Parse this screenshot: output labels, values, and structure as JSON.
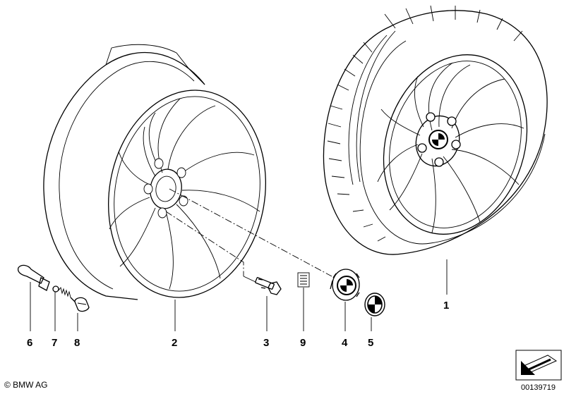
{
  "parts": [
    {
      "number": "1",
      "name": "tire-wheel-assembly"
    },
    {
      "number": "2",
      "name": "light-alloy-rim"
    },
    {
      "number": "3",
      "name": "wheel-bolt"
    },
    {
      "number": "4",
      "name": "hub-cap"
    },
    {
      "number": "5",
      "name": "emblem"
    },
    {
      "number": "6",
      "name": "valve"
    },
    {
      "number": "7",
      "name": "valve-insert"
    },
    {
      "number": "8",
      "name": "valve-cap"
    },
    {
      "number": "9",
      "name": "balance-weight"
    }
  ],
  "footer": {
    "copyright": "© BMW AG",
    "code": "00139719"
  },
  "icons": {
    "emblem": "bmw-roundel-icon",
    "nav": "arrow-corner-icon"
  }
}
